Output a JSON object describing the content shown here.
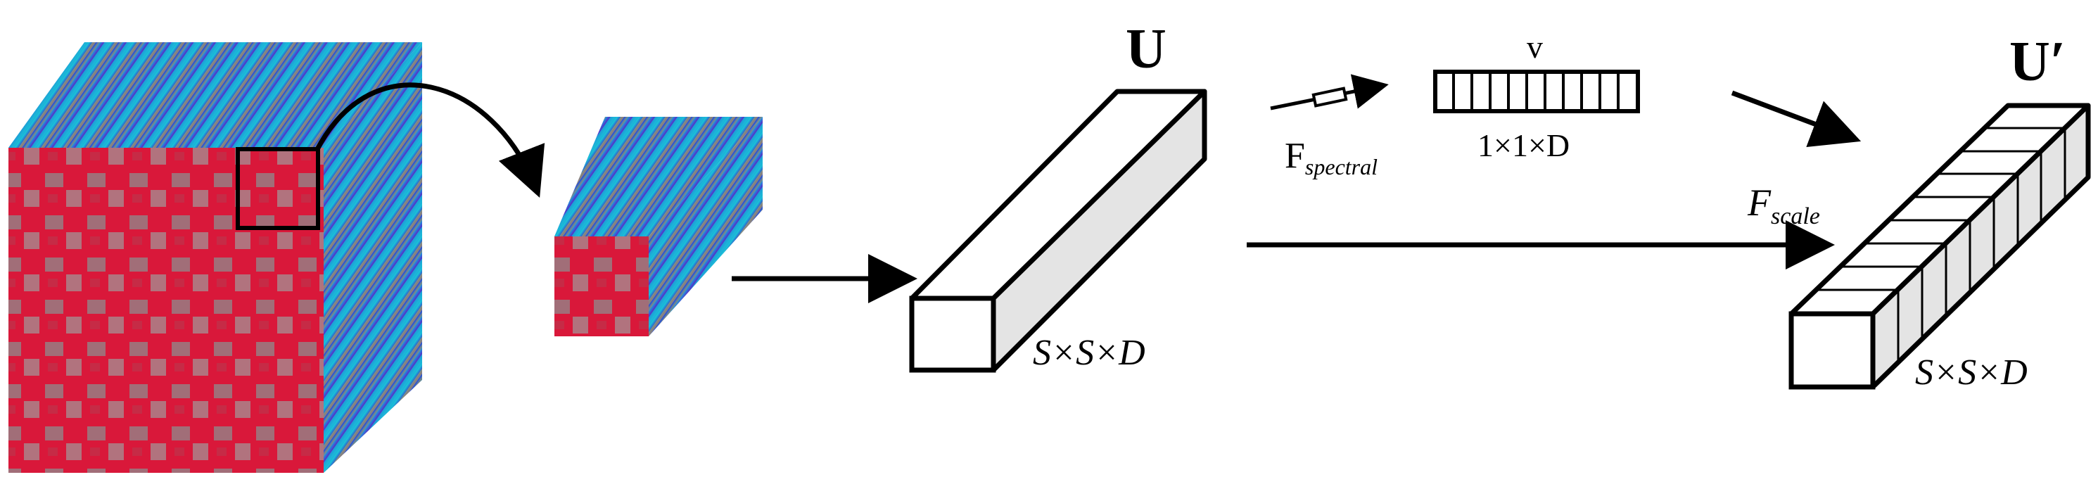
{
  "labels": {
    "u": "U",
    "u_prime": "U′",
    "v": "v",
    "f_spectral_main": "F",
    "f_spectral_sub": "spectral",
    "f_scale_main": "F",
    "f_scale_sub": "scale",
    "dim_vector": "1×1×D",
    "dim_u": "S×S×D",
    "dim_u_prime": "S×S×D"
  },
  "colors": {
    "stroke": "#000000",
    "face": "#ffffff",
    "side": "#e4e4e4",
    "field_red": "#d9183a",
    "field_gray": "#8e8a8c",
    "band_blue": "#2a2ad8",
    "band_purple": "#5a26c6",
    "band_cyan": "#19c8d8",
    "band_green": "#2fd04a",
    "band_yellow": "#e8e02a",
    "band_orange": "#f08a1a"
  }
}
